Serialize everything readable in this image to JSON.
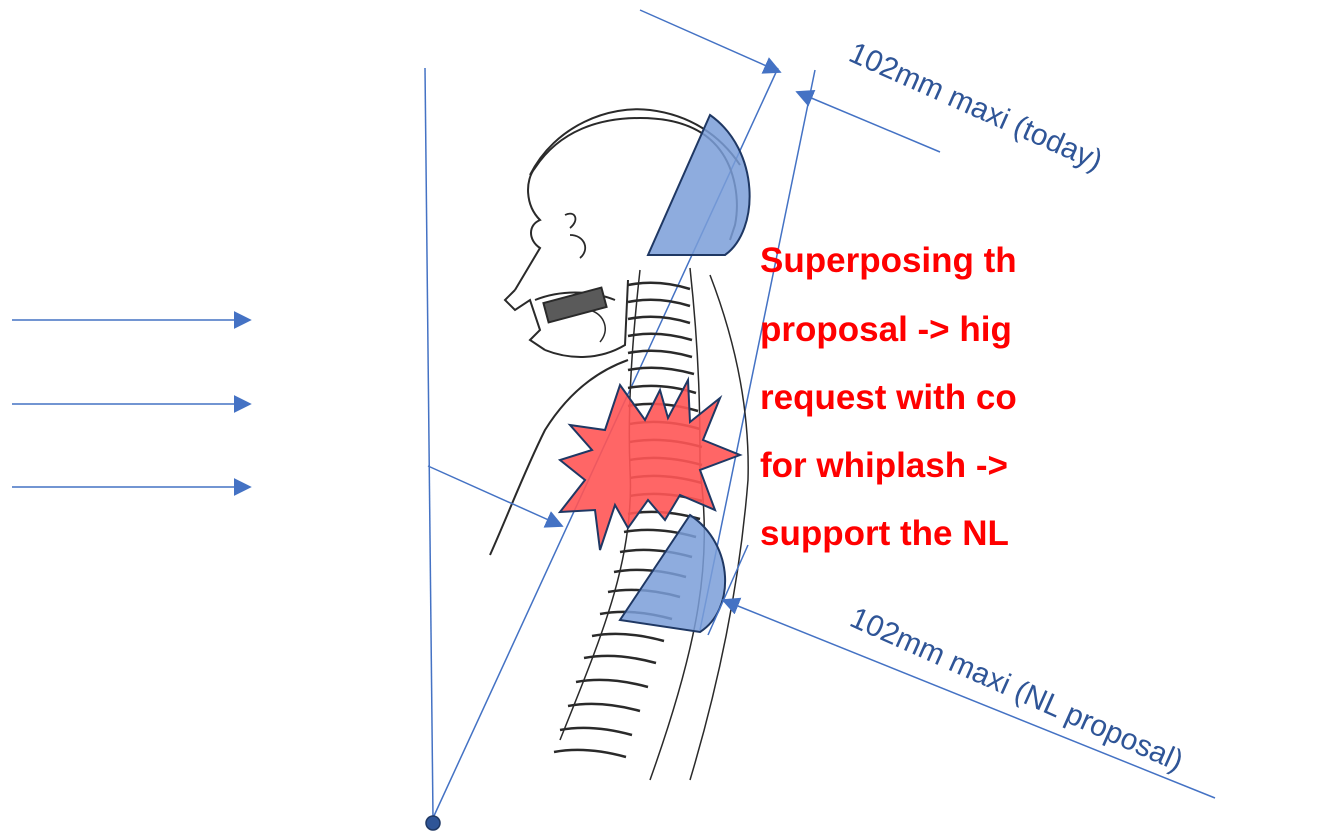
{
  "labels": {
    "top_dimension": "102mm maxi (today)",
    "bottom_dimension": "102mm maxi (NL proposal)"
  },
  "callout_lines": [
    "Superposing th",
    "proposal -> hig",
    "request with co",
    "for whiplash ->",
    "support the NL"
  ],
  "colors": {
    "line_blue": "#4472c4",
    "label_blue": "#2f5597",
    "headrest_fill": "#7a9ed8",
    "impact_fill": "#ff5555",
    "callout_red": "#ff0000",
    "anatomy_stroke": "#2a2a2a"
  },
  "icons": {
    "impact": "starburst-icon",
    "pivot": "pivot-point-icon",
    "arrow": "arrowhead-icon"
  }
}
